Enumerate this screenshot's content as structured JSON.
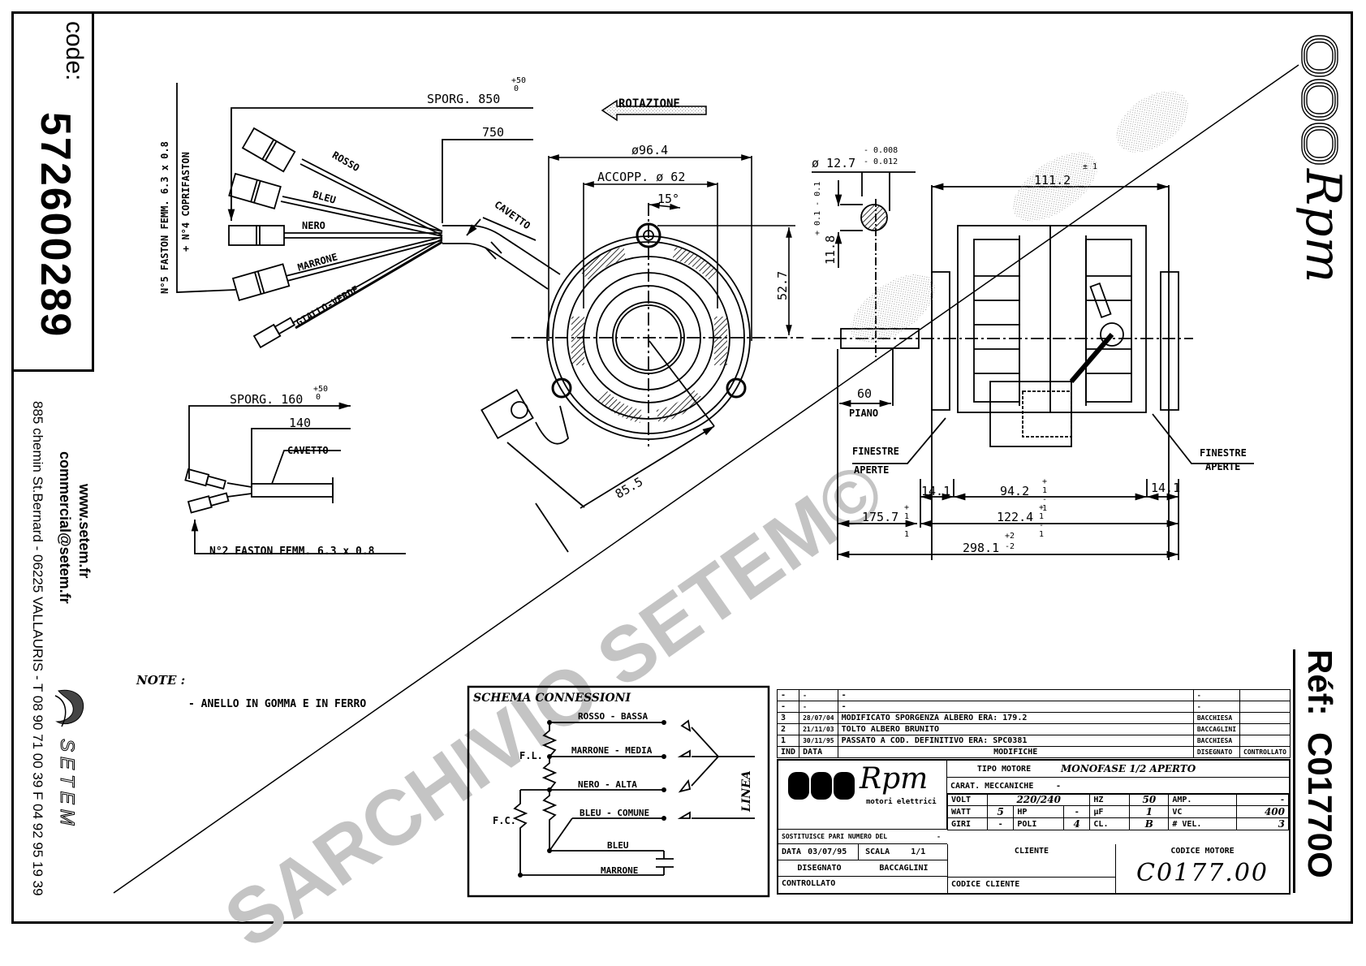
{
  "side_panel": {
    "code_label": "code:",
    "code_value": "572600289",
    "website": "www.setem.fr",
    "email": "commercial@setem.fr",
    "address": "885 chemin St.Bernard  -  06225 VALLAURIS  -  T 08 90 71 00 39   F 04 92 95 19 39",
    "setem_logo_text": "SETEM"
  },
  "brand": {
    "logo_text": "Rpm",
    "logo_subtitle": "motori elettrici",
    "ref_label": "Réf:",
    "ref_value": "C01770O",
    "watermark": "SARCHIVIO SETEM©"
  },
  "wiring": {
    "sporg_label": "SPORG. 850",
    "sporg_tol_plus": "+50",
    "sporg_tol_minus": "0",
    "length_750": "750",
    "faston_note_1": "N°5 FASTON FEMM. 6.3 x 0.8",
    "faston_note_2": "+ N°4 COPRIFASTON",
    "wires": [
      "ROSSO",
      "BLEU",
      "NERO",
      "MARRONE",
      "GIALLO-VERDE"
    ],
    "cavetto": "CAVETTO"
  },
  "capacitor_lead": {
    "sporg_label": "SPORG. 160",
    "sporg_tol_plus": "+50",
    "sporg_tol_minus": "0",
    "length_140": "140",
    "cavetto": "CAVETTO",
    "faston_note": "N°2 FASTON FEMM. 6.3 x 0.8"
  },
  "front_view": {
    "rotation_label": "ROTAZIONE",
    "diameter": "ø96.4",
    "coupling": "ACCOPP. ø 62",
    "angle": "15°",
    "height": "52.7",
    "radius": "85.5"
  },
  "side_view": {
    "shaft_dia": "ø 12.7",
    "shaft_tol_1": "- 0.008",
    "shaft_tol_2": "- 0.012",
    "flat": "11.8",
    "flat_tol": "+ 0.1 - 0.1",
    "overall_top": "111.2",
    "overall_top_tol": "± 1",
    "flat_len": "60",
    "piano": "PIANO",
    "windows_left_1": "FINESTRE",
    "windows_left_2": "APERTE",
    "windows_right_1": "FINESTRE",
    "windows_right_2": "APERTE",
    "d_14_1_left": "14.1",
    "d_94_2": "94.2",
    "d_94_2_tol": "+ 1 - 1",
    "d_14_1_right": "14.1",
    "d_175_7": "175.7",
    "d_175_7_tol": "+ 1 - 1",
    "d_122_4": "122.4",
    "d_122_4_tol": "+ 1 - 1",
    "d_298_1": "298.1",
    "d_298_1_tol_plus": "+2",
    "d_298_1_tol_minus": "-2"
  },
  "notes": {
    "title": "NOTE :",
    "items": [
      "- ANELLO IN GOMMA E IN FERRO"
    ]
  },
  "schema": {
    "title": "SCHEMA CONNESSIONI",
    "lines": [
      "ROSSO - BASSA",
      "MARRONE - MEDIA",
      "NERO - ALTA",
      "BLEU - COMUNE",
      "BLEU",
      "MARRONE"
    ],
    "fl": "F.L.",
    "fc": "F.C.",
    "linea": "LINEA"
  },
  "revisions": {
    "rows": [
      {
        "ind": "-",
        "data": "-",
        "mod": "-",
        "dis": "-",
        "con": ""
      },
      {
        "ind": "-",
        "data": "-",
        "mod": "-",
        "dis": "-",
        "con": ""
      },
      {
        "ind": "3",
        "data": "28/07/04",
        "mod": "MODIFICATO SPORGENZA ALBERO ERA: 179.2",
        "dis": "BACCHIESA",
        "con": ""
      },
      {
        "ind": "2",
        "data": "21/11/03",
        "mod": "TOLTO ALBERO BRUNITO",
        "dis": "BACCAGLINI",
        "con": ""
      },
      {
        "ind": "1",
        "data": "30/11/95",
        "mod": "PASSATO A COD. DEFINITIVO ERA: SPC0381",
        "dis": "BACCHIESA",
        "con": ""
      }
    ],
    "header": {
      "ind": "IND",
      "data": "DATA",
      "mod": "MODIFICHE",
      "dis": "DISEGNATO",
      "con": "CONTROLLATO"
    }
  },
  "title_block": {
    "tipo_motore_label": "TIPO MOTORE",
    "tipo_motore_value": "MONOFASE 1/2 APERTO",
    "carat_label": "CARAT. MECCANICHE",
    "carat_value": "-",
    "volt_label": "VOLT",
    "volt_value": "220/240",
    "hz_label": "HZ",
    "hz_value": "50",
    "amp_label": "AMP.",
    "amp_value": "-",
    "watt_label": "WATT",
    "watt_value": "5",
    "hp_label": "HP",
    "hp_value": "-",
    "uf_label": "µF",
    "uf_value": "1",
    "vc_label": "VC",
    "vc_value": "400",
    "giri_label": "GIRI",
    "giri_value": "-",
    "poli_label": "POLI",
    "poli_value": "4",
    "cl_label": "CL.",
    "cl_value": "B",
    "nvel_label": "# VEL.",
    "nvel_value": "3",
    "sostituisce_label": "SOSTITUISCE PARI NUMERO DEL",
    "sostituisce_value": "-",
    "data_label": "DATA",
    "data_value": "03/07/95",
    "scala_label": "SCALA",
    "scala_value": "1/1",
    "disegnato_label": "DISEGNATO",
    "disegnato_value": "BACCAGLINI",
    "controllato_label": "CONTROLLATO",
    "cliente_label": "CLIENTE",
    "codice_cliente_label": "CODICE CLIENTE",
    "codice_motore_label": "CODICE MOTORE",
    "codice_motore_value": "C0177.00"
  }
}
